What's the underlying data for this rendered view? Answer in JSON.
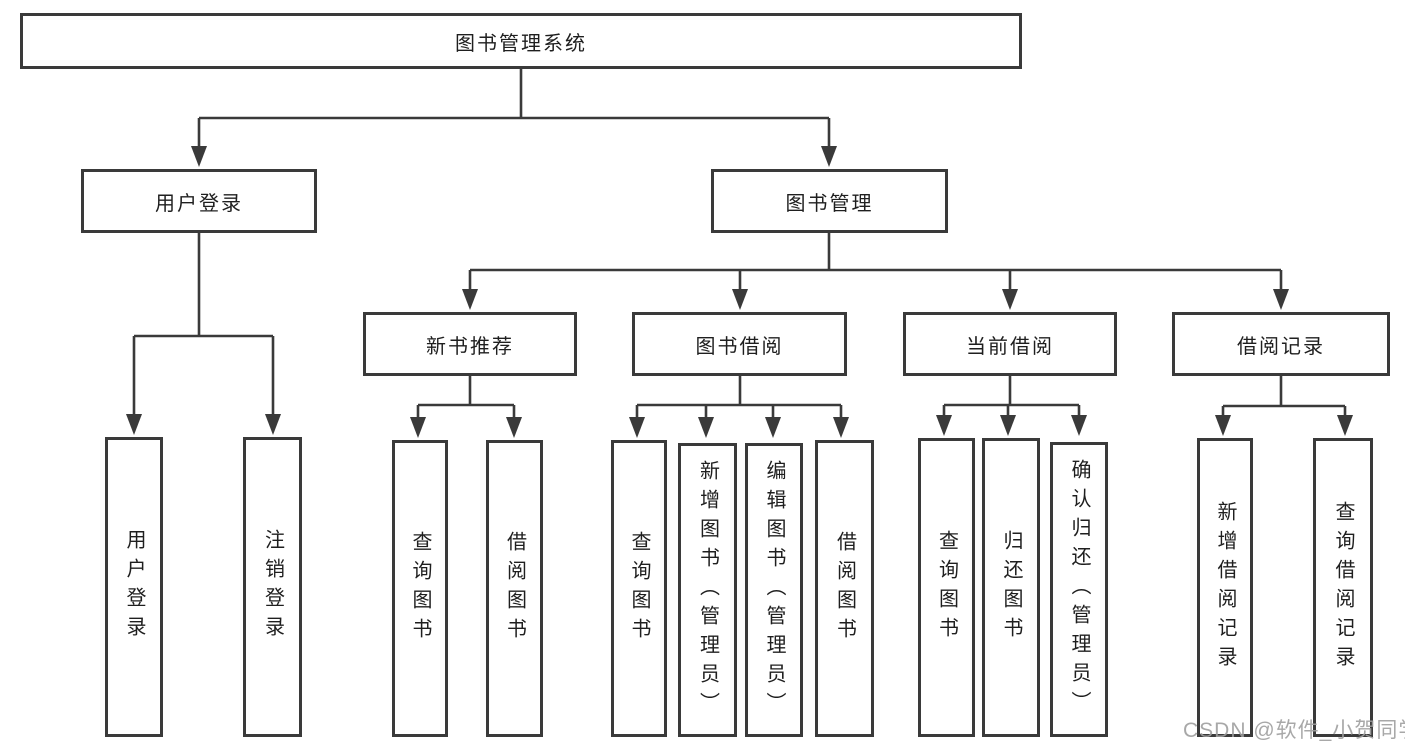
{
  "colors": {
    "line": "#3a3a3a",
    "text": "#1f1f1f",
    "background": "#ffffff",
    "watermark": "#9e9e9e"
  },
  "tree": {
    "root": {
      "label": "图书管理系统",
      "children": [
        {
          "label": "用户登录",
          "children": [
            {
              "label": "用户登录"
            },
            {
              "label": "注销登录"
            }
          ]
        },
        {
          "label": "图书管理",
          "children": [
            {
              "label": "新书推荐",
              "children": [
                {
                  "label": "查询图书"
                },
                {
                  "label": "借阅图书"
                }
              ]
            },
            {
              "label": "图书借阅",
              "children": [
                {
                  "label": "查询图书"
                },
                {
                  "label": "新增图书（管理员）"
                },
                {
                  "label": "编辑图书（管理员）"
                },
                {
                  "label": "借阅图书"
                }
              ]
            },
            {
              "label": "当前借阅",
              "children": [
                {
                  "label": "查询图书"
                },
                {
                  "label": "归还图书"
                },
                {
                  "label": "确认归还（管理员）"
                }
              ]
            },
            {
              "label": "借阅记录",
              "children": [
                {
                  "label": "新增借阅记录"
                },
                {
                  "label": "查询借阅记录"
                }
              ]
            }
          ]
        }
      ]
    }
  },
  "watermark": {
    "text": "CSDN @软件_小贺同学"
  }
}
